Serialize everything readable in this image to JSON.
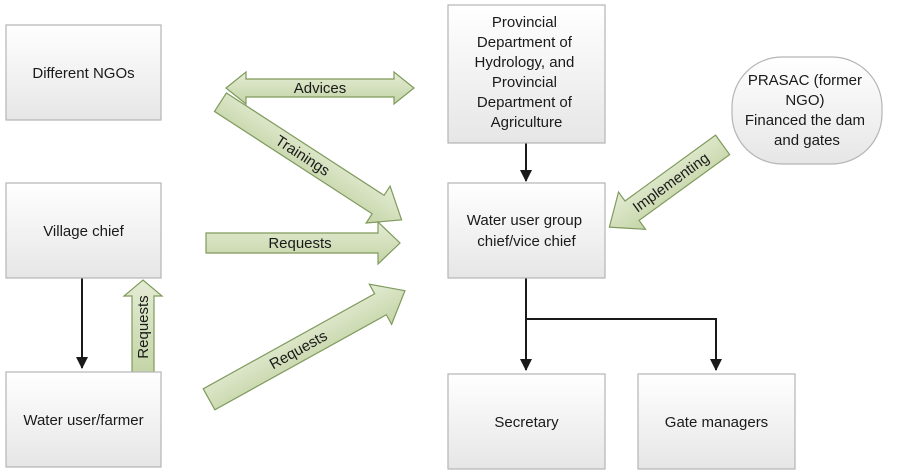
{
  "colors": {
    "box_fill_top": "#ffffff",
    "box_fill_bottom": "#e6e6e6",
    "box_stroke": "#b5b5b5",
    "block_arrow_fill": "#d3dfbe",
    "block_arrow_stroke": "#7f9a5c",
    "connector": "#1a1a1a"
  },
  "nodes": {
    "ngos": {
      "lines": [
        "Different NGOs"
      ]
    },
    "village_chief": {
      "lines": [
        "Village chief"
      ]
    },
    "water_user": {
      "lines": [
        "Water user/farmer"
      ]
    },
    "provincial": {
      "lines": [
        "Provincial",
        "Department of",
        "Hydrology, and",
        "Provincial",
        "Department of",
        "Agriculture"
      ]
    },
    "wug_chief": {
      "lines": [
        "Water user group",
        "chief/vice chief"
      ]
    },
    "prasac": {
      "lines": [
        "PRASAC (former",
        "NGO)",
        "Financed the dam",
        "and gates"
      ]
    },
    "secretary": {
      "lines": [
        "Secretary"
      ]
    },
    "gate_managers": {
      "lines": [
        "Gate managers"
      ]
    }
  },
  "arrows": {
    "advices": "Advices",
    "trainings": "Trainings",
    "requests_village": "Requests",
    "requests_farmer": "Requests",
    "requests_up": "Requests",
    "implementing": "Implementing"
  }
}
